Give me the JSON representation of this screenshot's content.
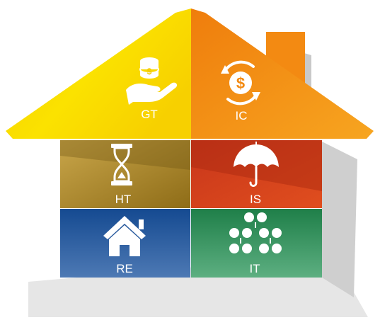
{
  "sections": {
    "gt": {
      "label": "GT",
      "icon": "hand-coins-icon"
    },
    "ic": {
      "label": "IC",
      "icon": "dollar-cycle-icon"
    },
    "ht": {
      "label": "HT",
      "icon": "hourglass-icon"
    },
    "is": {
      "label": "IS",
      "icon": "umbrella-icon"
    },
    "re": {
      "label": "RE",
      "icon": "house-icon"
    },
    "it": {
      "label": "IT",
      "icon": "tree-network-icon"
    }
  },
  "colors": {
    "roof_left": "#F9D700",
    "roof_right": "#F38A12",
    "ht": "#B08A22",
    "is": "#D9411A",
    "re": "#1E4F93",
    "it": "#2F8E58",
    "shadow": "#DADADA"
  }
}
